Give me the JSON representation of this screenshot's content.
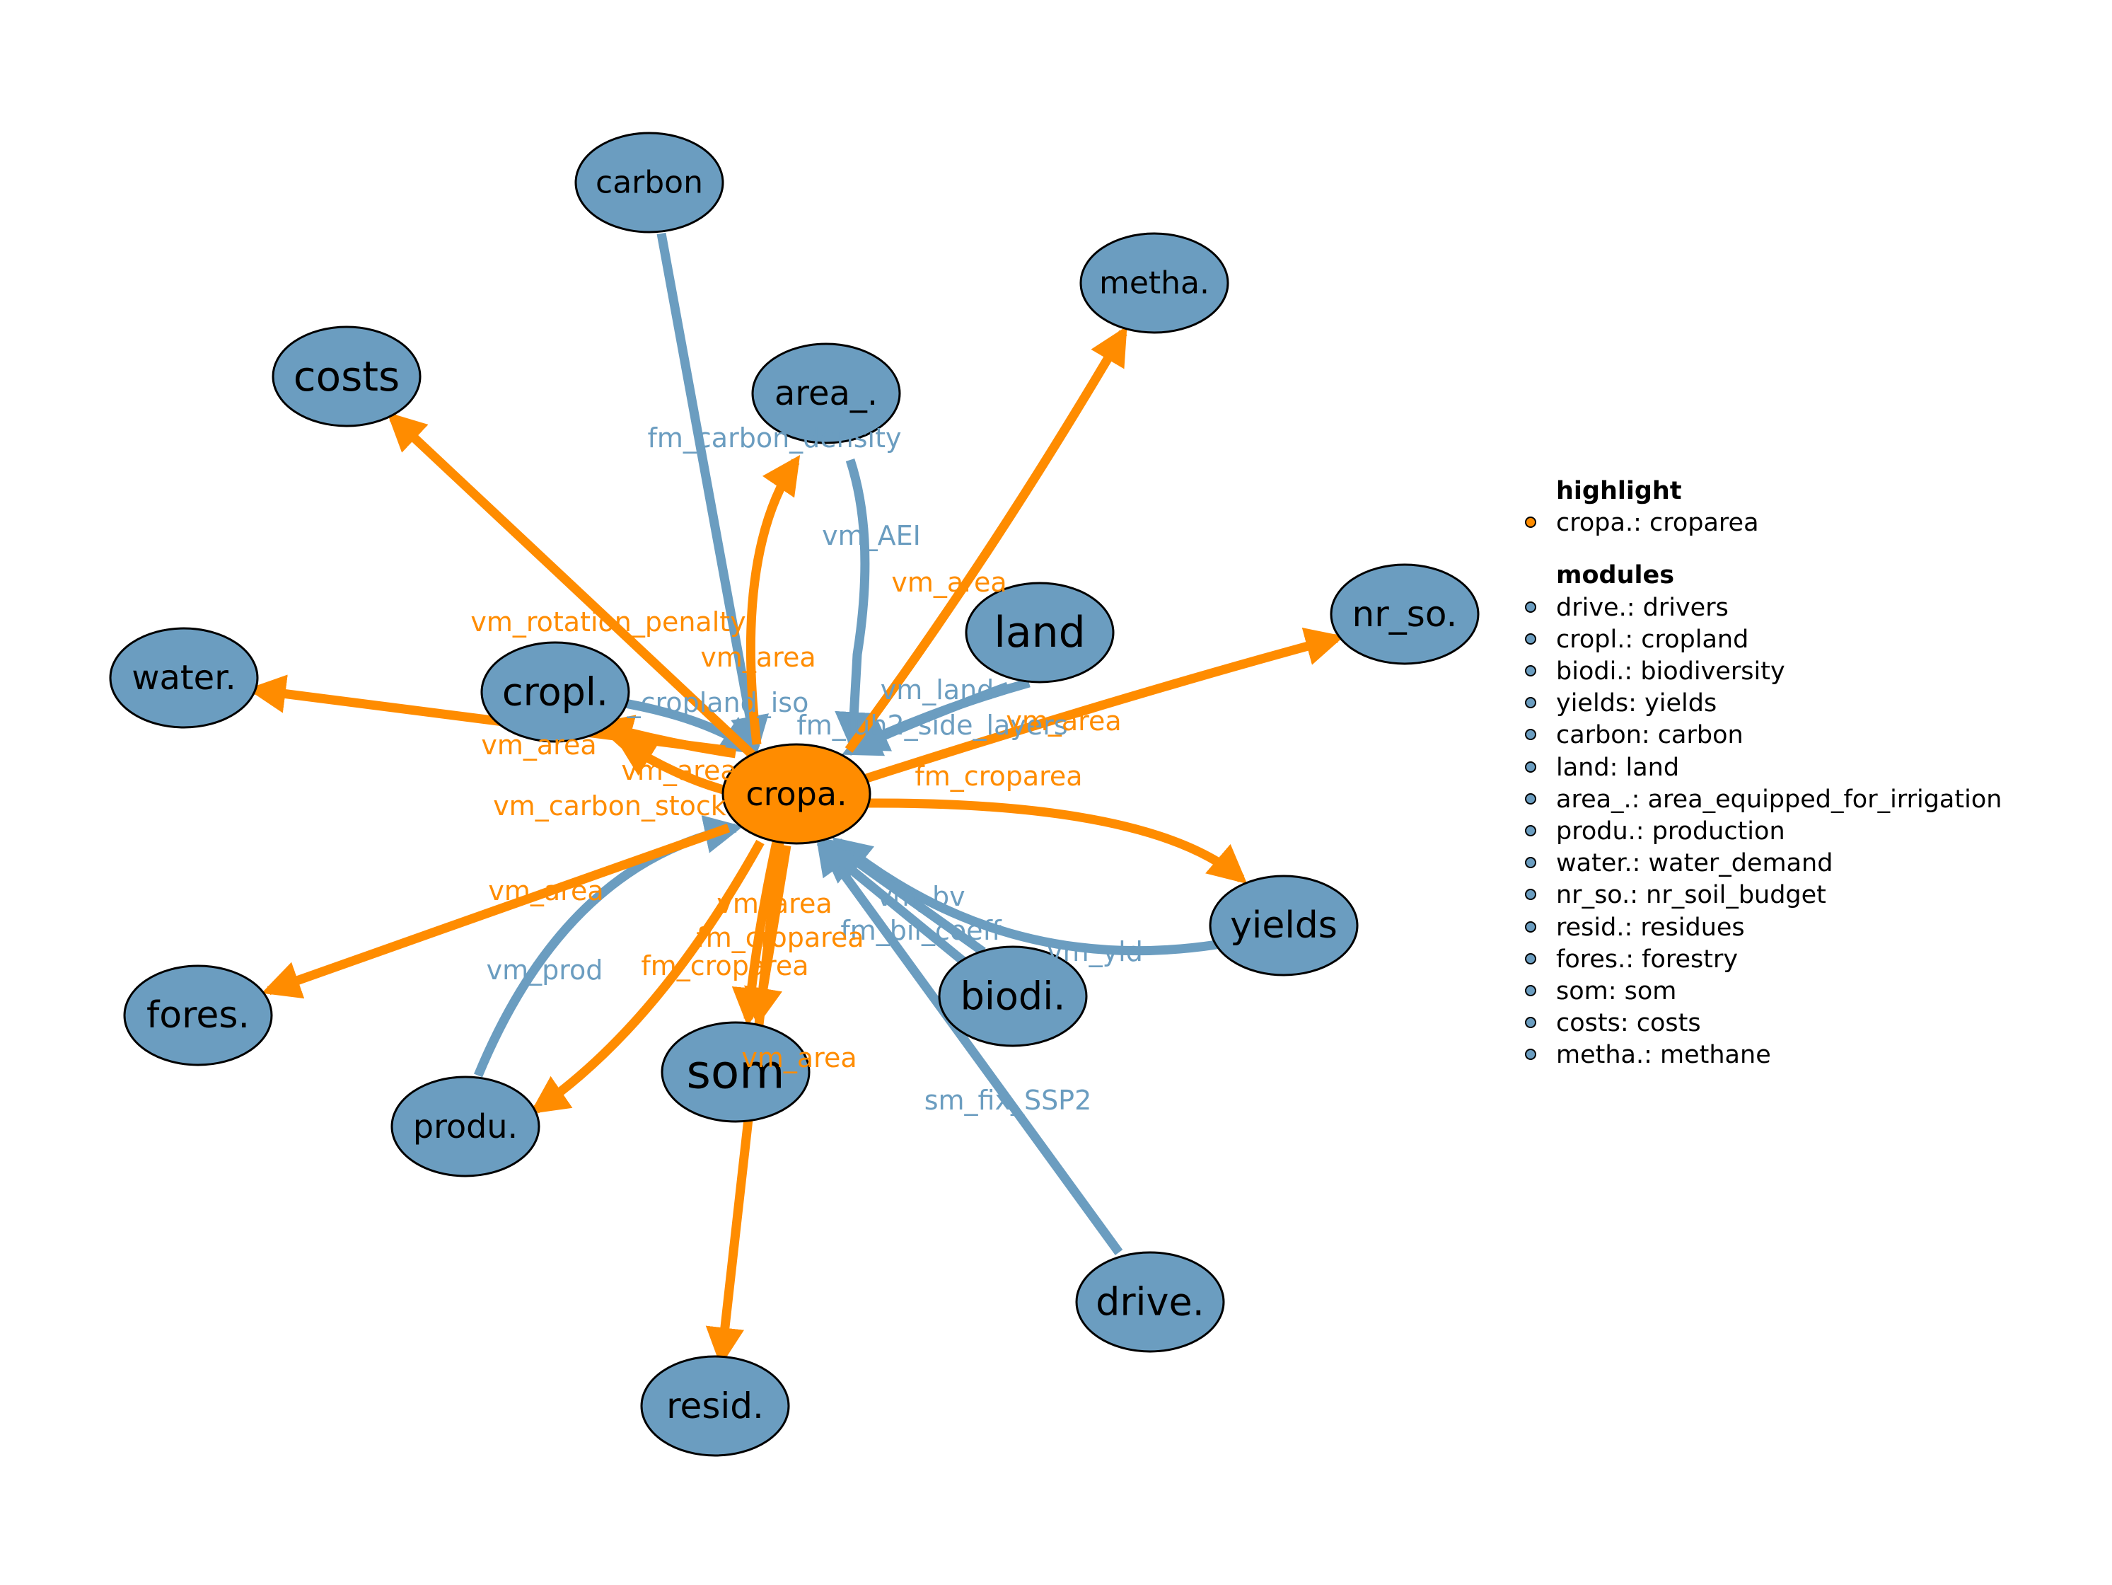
{
  "colors": {
    "highlight": "#ff8c00",
    "module": "#6b9dc0",
    "edge_out": "#ff8c00",
    "edge_in": "#6b9dc0"
  },
  "nodes": [
    {
      "id": "cropa",
      "label": "cropa.",
      "type": "highlight"
    },
    {
      "id": "carbon",
      "label": "carbon",
      "type": "module"
    },
    {
      "id": "metha",
      "label": "metha.",
      "type": "module"
    },
    {
      "id": "costs",
      "label": "costs",
      "type": "module"
    },
    {
      "id": "area",
      "label": "area_.",
      "type": "module"
    },
    {
      "id": "nrso",
      "label": "nr_so.",
      "type": "module"
    },
    {
      "id": "land",
      "label": "land",
      "type": "module"
    },
    {
      "id": "water",
      "label": "water.",
      "type": "module"
    },
    {
      "id": "cropl",
      "label": "cropl.",
      "type": "module"
    },
    {
      "id": "yields",
      "label": "yields",
      "type": "module"
    },
    {
      "id": "fores",
      "label": "fores.",
      "type": "module"
    },
    {
      "id": "biodi",
      "label": "biodi.",
      "type": "module"
    },
    {
      "id": "som",
      "label": "som",
      "type": "module"
    },
    {
      "id": "produ",
      "label": "produ.",
      "type": "module"
    },
    {
      "id": "drive",
      "label": "drive.",
      "type": "module"
    },
    {
      "id": "resid",
      "label": "resid.",
      "type": "module"
    }
  ],
  "edges": [
    {
      "id": "e1",
      "from": "carbon",
      "to": "cropa",
      "dir": "in",
      "label": "fm_carbon_density"
    },
    {
      "id": "e2",
      "from": "area",
      "to": "cropa",
      "dir": "in",
      "label": "vm_AEI"
    },
    {
      "id": "e3",
      "from": "land",
      "to": "cropa",
      "dir": "in",
      "label": "vm_land"
    },
    {
      "id": "e4",
      "from": "land",
      "to": "cropa",
      "dir": "in",
      "label": "fm_luh2_side_layers"
    },
    {
      "id": "e5",
      "from": "cropl",
      "to": "cropa",
      "dir": "in",
      "label": "_cropland_iso"
    },
    {
      "id": "e6",
      "from": "yields",
      "to": "cropa",
      "dir": "in",
      "label": "vm_yld"
    },
    {
      "id": "e7",
      "from": "biodi",
      "to": "cropa",
      "dir": "in",
      "label": "vm_bv"
    },
    {
      "id": "e8",
      "from": "biodi",
      "to": "cropa",
      "dir": "in",
      "label": "fm_bii_coeff"
    },
    {
      "id": "e9",
      "from": "produ",
      "to": "cropa",
      "dir": "in",
      "label": "vm_prod"
    },
    {
      "id": "e10",
      "from": "drive",
      "to": "cropa",
      "dir": "in",
      "label": "sm_fix_SSP2"
    },
    {
      "id": "e11",
      "from": "cropa",
      "to": "costs",
      "dir": "out",
      "label": "vm_rotation_penalty"
    },
    {
      "id": "e12",
      "from": "cropa",
      "to": "area",
      "dir": "out",
      "label": "vm_area"
    },
    {
      "id": "e13",
      "from": "cropa",
      "to": "metha",
      "dir": "out",
      "label": "vm_area"
    },
    {
      "id": "e14",
      "from": "cropa",
      "to": "nrso",
      "dir": "out",
      "label": "vm_area"
    },
    {
      "id": "e15",
      "from": "cropa",
      "to": "water",
      "dir": "out",
      "label": "vm_area"
    },
    {
      "id": "e16",
      "from": "cropa",
      "to": "yields",
      "dir": "out",
      "label": "fm_croparea"
    },
    {
      "id": "e17",
      "from": "cropa",
      "to": "fores",
      "dir": "out",
      "label": "vm_area"
    },
    {
      "id": "e18",
      "from": "cropa",
      "to": "cropl",
      "dir": "out",
      "label": "vm_area"
    },
    {
      "id": "e19",
      "from": "cropa",
      "to": "cropl",
      "dir": "out",
      "label": "vm_carbon_stock"
    },
    {
      "id": "e20",
      "from": "cropa",
      "to": "som",
      "dir": "out",
      "label": "vm_area"
    },
    {
      "id": "e21",
      "from": "cropa",
      "to": "som",
      "dir": "out",
      "label": "fm_croparea"
    },
    {
      "id": "e22",
      "from": "cropa",
      "to": "produ",
      "dir": "out",
      "label": "fm_croparea"
    },
    {
      "id": "e23",
      "from": "cropa",
      "to": "resid",
      "dir": "out",
      "label": "vm_area"
    }
  ],
  "legend": {
    "highlight_title": "highlight",
    "highlight_items": [
      "cropa.: croparea"
    ],
    "modules_title": "modules",
    "module_items": [
      "drive.: drivers",
      "cropl.: cropland",
      "biodi.: biodiversity",
      "yields: yields",
      "carbon: carbon",
      "land: land",
      "area_.: area_equipped_for_irrigation",
      "produ.: production",
      "water.: water_demand",
      "nr_so.: nr_soil_budget",
      "resid.: residues",
      "fores.: forestry",
      "som: som",
      "costs: costs",
      "metha.: methane"
    ]
  }
}
